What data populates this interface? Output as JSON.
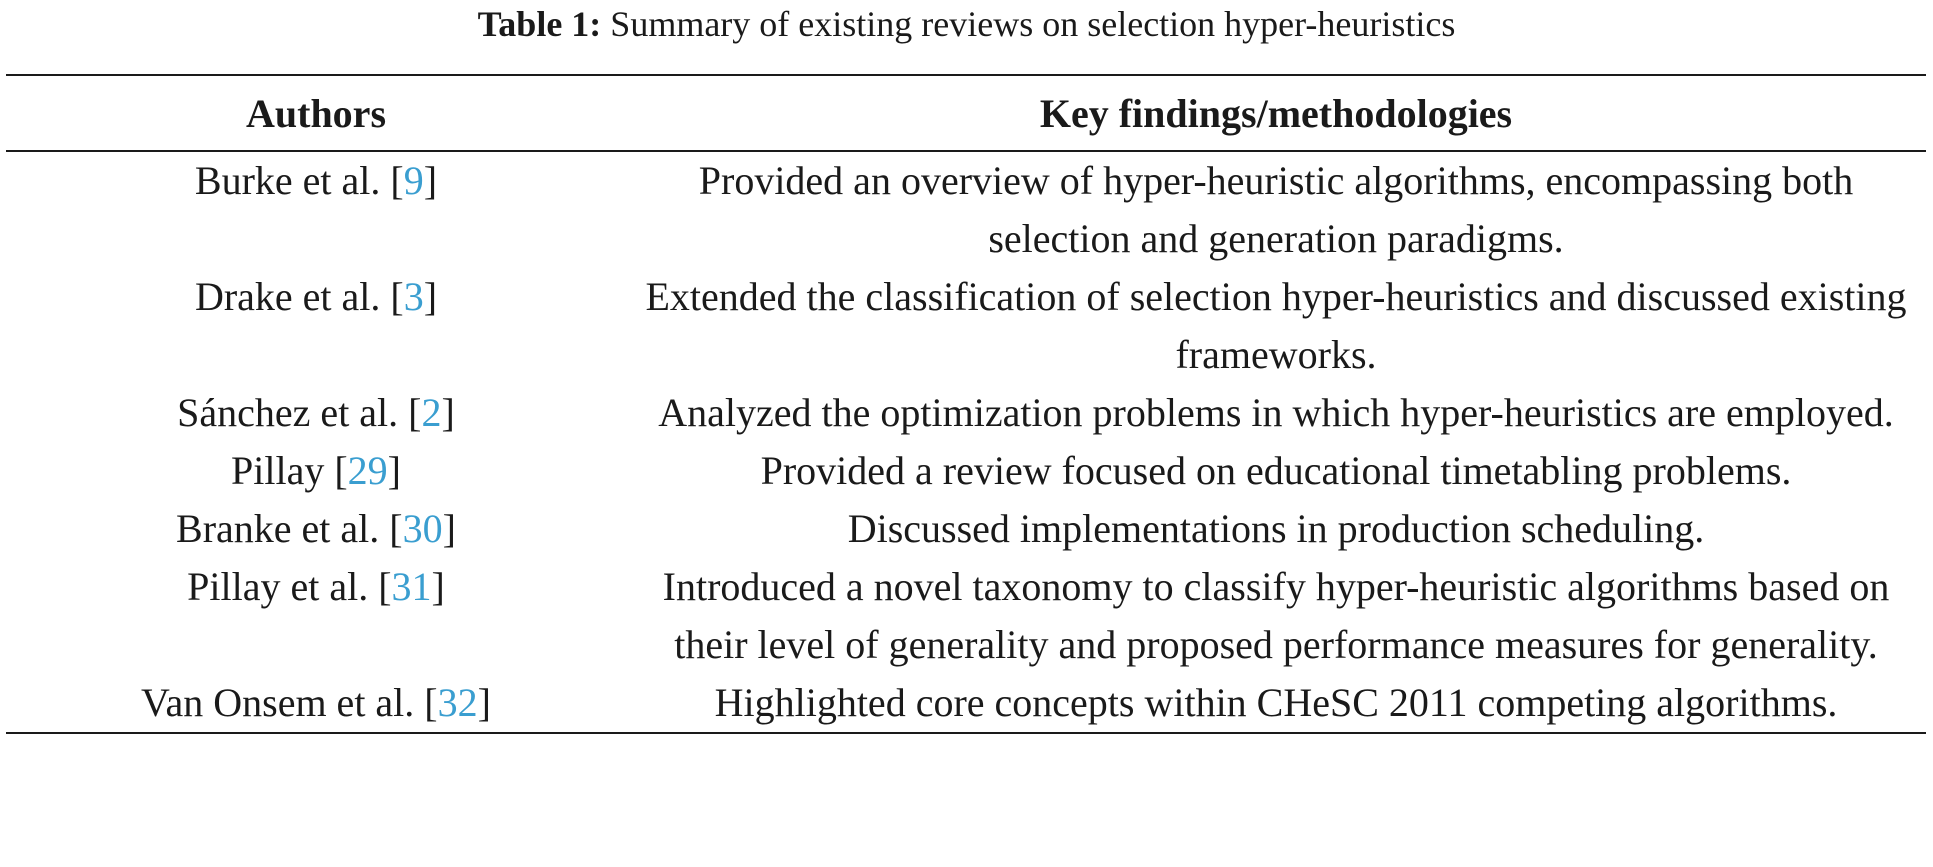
{
  "caption": {
    "label": "Table 1:",
    "text": " Summary of existing reviews on selection hyper-heuristics"
  },
  "table": {
    "headers": [
      "Authors",
      "Key findings/methodologies"
    ],
    "rows": [
      {
        "author": "Burke et al.",
        "ref": "9",
        "finding": "Provided an overview of hyper-heuristic algorithms, encompassing both selection and generation paradigms."
      },
      {
        "author": "Drake et al.",
        "ref": "3",
        "finding": "Extended the classification of selection hyper-heuristics and discussed existing frameworks."
      },
      {
        "author": "Sánchez et al.",
        "ref": "2",
        "finding": "Analyzed the optimization problems in which hyper-heuristics are employed."
      },
      {
        "author": "Pillay",
        "ref": "29",
        "finding": "Provided a review focused on educational timetabling problems."
      },
      {
        "author": "Branke et al.",
        "ref": "30",
        "finding": "Discussed implementations in production scheduling."
      },
      {
        "author": "Pillay et al.",
        "ref": "31",
        "finding": "Introduced a novel taxonomy to classify hyper-heuristic algorithms based on their level of generality and proposed performance measures for generality."
      },
      {
        "author": "Van Onsem et al.",
        "ref": "32",
        "finding": "Highlighted core concepts within CHeSC 2011 competing algorithms."
      }
    ]
  },
  "colors": {
    "reference_link": "#3a9ed0",
    "text": "#1a1a1a"
  }
}
